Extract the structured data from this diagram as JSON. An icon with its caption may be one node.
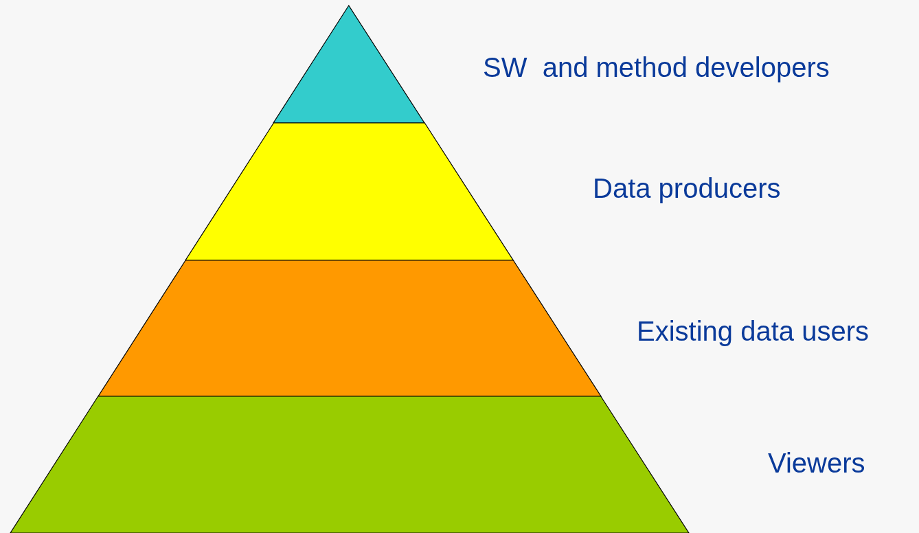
{
  "diagram": {
    "nodes": [
      {
        "text": [],
        "shape": "triangle",
        "beside": [
          "SW  and method developers"
        ]
      },
      {
        "text": [],
        "shape": "trapezoid",
        "beside": [
          "Data producers"
        ]
      },
      {
        "text": [],
        "shape": "trapezoid",
        "beside": [
          "Existing data users"
        ]
      },
      {
        "text": [],
        "shape": "trapezoid",
        "beside": [
          "Viewers"
        ]
      }
    ]
  }
}
